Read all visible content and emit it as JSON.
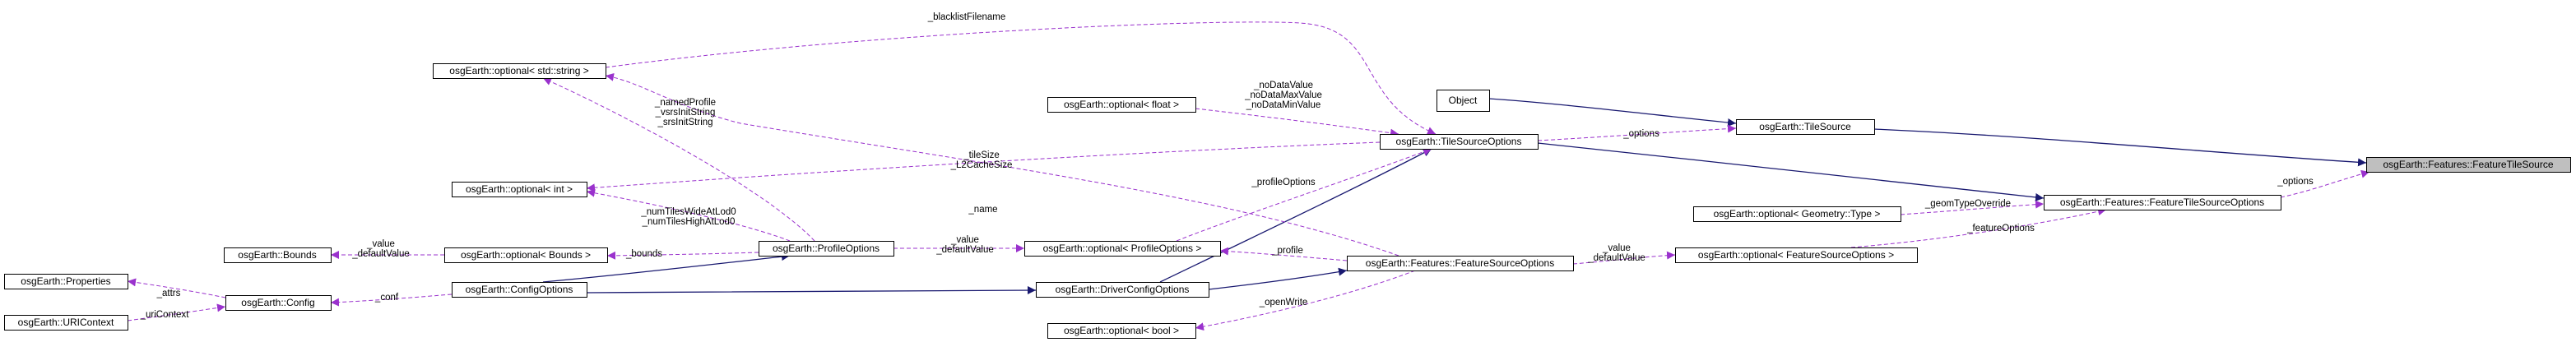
{
  "colors": {
    "inheritance": "#191970",
    "usage": "#9a32cd",
    "node_border": "#000000",
    "node_fill": "#ffffff",
    "focus_fill": "#bfbfbf"
  },
  "nodes": [
    {
      "id": "featureTileSource",
      "label": "osgEarth::Features::FeatureTileSource",
      "focus": true
    },
    {
      "id": "tileSource",
      "label": "osgEarth::TileSource"
    },
    {
      "id": "object",
      "label": "Object"
    },
    {
      "id": "tileSourceOptions",
      "label": "osgEarth::TileSourceOptions"
    },
    {
      "id": "featureTileSourceOptions",
      "label": "osgEarth::Features::FeatureTileSourceOptions"
    },
    {
      "id": "optGeomType",
      "label": "osgEarth::optional< Geometry::Type >"
    },
    {
      "id": "optFeatureSourceOptions",
      "label": "osgEarth::optional< FeatureSourceOptions >"
    },
    {
      "id": "featureSourceOptions",
      "label": "osgEarth::Features::FeatureSourceOptions"
    },
    {
      "id": "driverConfigOptions",
      "label": "osgEarth::DriverConfigOptions"
    },
    {
      "id": "optProfileOptions",
      "label": "osgEarth::optional< ProfileOptions >"
    },
    {
      "id": "optBool",
      "label": "osgEarth::optional< bool >"
    },
    {
      "id": "optFloat",
      "label": "osgEarth::optional< float >"
    },
    {
      "id": "optString",
      "label": "osgEarth::optional< std::string >"
    },
    {
      "id": "optInt",
      "label": "osgEarth::optional< int >"
    },
    {
      "id": "profileOptions",
      "label": "osgEarth::ProfileOptions"
    },
    {
      "id": "configOptions",
      "label": "osgEarth::ConfigOptions"
    },
    {
      "id": "optBounds",
      "label": "osgEarth::optional< Bounds >"
    },
    {
      "id": "bounds",
      "label": "osgEarth::Bounds"
    },
    {
      "id": "config",
      "label": "osgEarth::Config"
    },
    {
      "id": "properties",
      "label": "osgEarth::Properties"
    },
    {
      "id": "uriContext",
      "label": "osgEarth::URIContext"
    }
  ],
  "edges": [
    {
      "from": "tileSource",
      "to": "featureTileSource",
      "kind": "inheritance",
      "label": []
    },
    {
      "from": "object",
      "to": "tileSource",
      "kind": "inheritance",
      "label": []
    },
    {
      "from": "tileSourceOptions",
      "to": "featureTileSourceOptions",
      "kind": "inheritance",
      "label": []
    },
    {
      "from": "driverConfigOptions",
      "to": "tileSourceOptions",
      "kind": "inheritance",
      "label": []
    },
    {
      "from": "driverConfigOptions",
      "to": "featureSourceOptions",
      "kind": "inheritance",
      "label": []
    },
    {
      "from": "configOptions",
      "to": "driverConfigOptions",
      "kind": "inheritance",
      "label": []
    },
    {
      "from": "configOptions",
      "to": "profileOptions",
      "kind": "inheritance",
      "label": []
    },
    {
      "from": "featureTileSourceOptions",
      "to": "featureTileSource",
      "kind": "usage",
      "label": [
        "_options"
      ]
    },
    {
      "from": "tileSourceOptions",
      "to": "tileSource",
      "kind": "usage",
      "label": [
        "_options"
      ]
    },
    {
      "from": "optGeomType",
      "to": "featureTileSourceOptions",
      "kind": "usage",
      "label": [
        "_geomTypeOverride"
      ]
    },
    {
      "from": "optFeatureSourceOptions",
      "to": "featureTileSourceOptions",
      "kind": "usage",
      "label": [
        "_featureOptions"
      ]
    },
    {
      "from": "featureSourceOptions",
      "to": "optFeatureSourceOptions",
      "kind": "usage",
      "label": [
        "_value",
        "_defaultValue"
      ]
    },
    {
      "from": "optString",
      "to": "tileSourceOptions",
      "kind": "usage",
      "label": [
        "_blacklistFilename"
      ]
    },
    {
      "from": "optFloat",
      "to": "tileSourceOptions",
      "kind": "usage",
      "label": [
        "_noDataValue",
        "_noDataMaxValue",
        "_noDataMinValue"
      ]
    },
    {
      "from": "optInt",
      "to": "tileSourceOptions",
      "kind": "usage",
      "label": [
        "_tileSize",
        "_L2CacheSize"
      ]
    },
    {
      "from": "optProfileOptions",
      "to": "tileSourceOptions",
      "kind": "usage",
      "label": [
        "_profileOptions"
      ]
    },
    {
      "from": "optProfileOptions",
      "to": "featureSourceOptions",
      "kind": "usage",
      "label": [
        "_profile"
      ]
    },
    {
      "from": "optBool",
      "to": "featureSourceOptions",
      "kind": "usage",
      "label": [
        "_openWrite"
      ]
    },
    {
      "from": "optString",
      "to": "featureSourceOptions",
      "kind": "usage",
      "label": [
        "_name"
      ]
    },
    {
      "from": "profileOptions",
      "to": "optProfileOptions",
      "kind": "usage",
      "label": [
        "_value",
        "_defaultValue"
      ]
    },
    {
      "from": "optString",
      "to": "profileOptions",
      "kind": "usage",
      "label": [
        "_namedProfile",
        "_vsrsInitString",
        "_srsInitString"
      ]
    },
    {
      "from": "optInt",
      "to": "profileOptions",
      "kind": "usage",
      "label": [
        "_numTilesWideAtLod0",
        "_numTilesHighAtLod0"
      ]
    },
    {
      "from": "optBounds",
      "to": "profileOptions",
      "kind": "usage",
      "label": [
        "_bounds"
      ]
    },
    {
      "from": "bounds",
      "to": "optBounds",
      "kind": "usage",
      "label": [
        "_value",
        "_defaultValue"
      ]
    },
    {
      "from": "config",
      "to": "configOptions",
      "kind": "usage",
      "label": [
        "_conf"
      ]
    },
    {
      "from": "properties",
      "to": "config",
      "kind": "usage",
      "label": [
        "_attrs"
      ]
    },
    {
      "from": "uriContext",
      "to": "config",
      "kind": "usage",
      "label": [
        "_uriContext"
      ]
    }
  ]
}
